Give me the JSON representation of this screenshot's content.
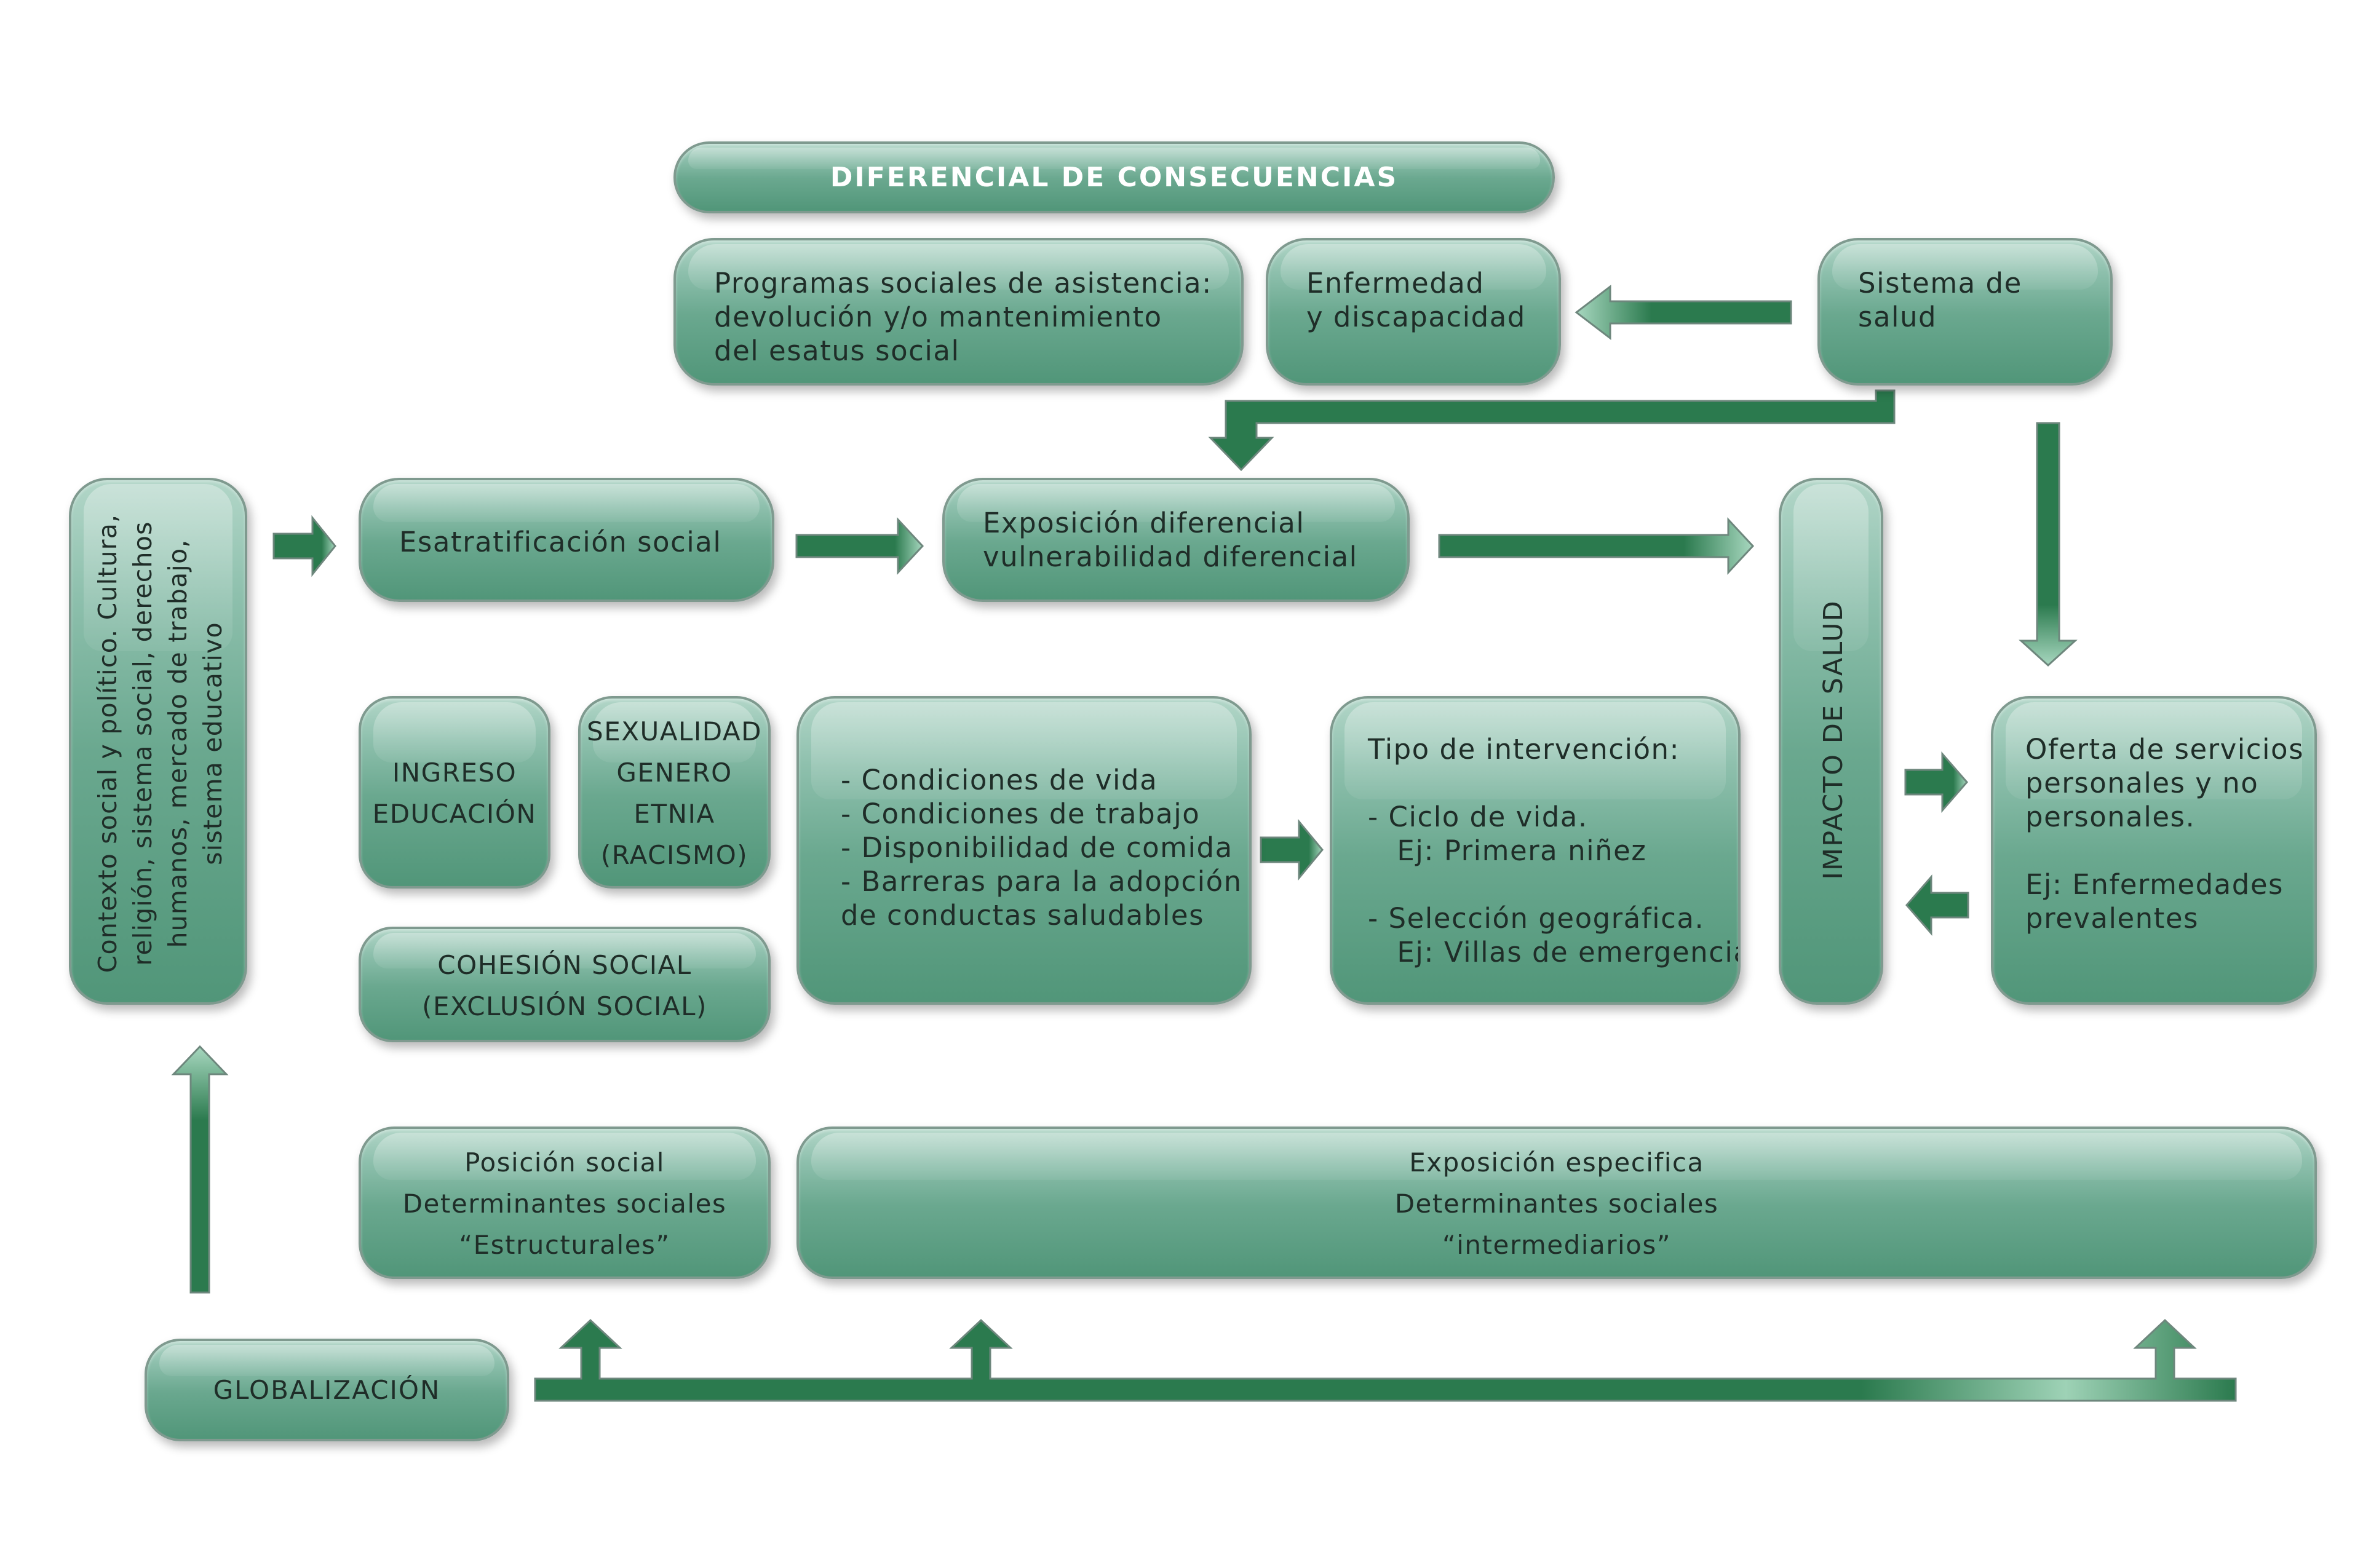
{
  "header": {
    "title": "DIFERENCIAL DE CONSECUENCIAS"
  },
  "top": {
    "programas": "Programas sociales de asistencia:\ndevolución y/o mantenimiento\ndel esatus social",
    "enfermedad": "Enfermedad\ny discapacidad",
    "sistema": "Sistema de\nsalud"
  },
  "contexto": "Contexto social y político. Cultura,\nreligión, sistema social, derechos\nhumanos, mercado de trabajo,\nsistema educativo",
  "estratificacion": "Esatratificación social",
  "exposicion": "Exposición diferencial\nvulnerabilidad diferencial",
  "impacto": "IMPACTO DE SALUD",
  "ingreso": "INGRESO\nEDUCACIÓN",
  "sexualidad": "SEXUALIDAD\nGENERO\nETNIA\n(RACISMO)",
  "cohesion": "COHESIÓN SOCIAL\n(EXCLUSIÓN SOCIAL)",
  "condiciones": "- Condiciones de vida\n- Condiciones de trabajo\n- Disponibilidad de comida\n- Barreras para la adopción\nde conductas saludables",
  "intervencion": "Tipo de intervención:\n\n- Ciclo de vida.\n   Ej: Primera niñez\n\n- Selección geográfica.\n   Ej: Villas de emergencia",
  "oferta": "Oferta de servicios\npersonales y no\npersonales.\n\nEj: Enfermedades\nprevalentes",
  "posicion": "Posición social\nDeterminantes sociales\n“Estructurales”",
  "especifica": "Exposición especifica\nDeterminantes sociales\n“intermediarios”",
  "globalizacion": "GLOBALIZACIÓN",
  "colors": {
    "box_top": "#b2d6c8",
    "box_bottom": "#519679",
    "arrow": "#2b7a4e",
    "border": "#7f9a8f"
  }
}
